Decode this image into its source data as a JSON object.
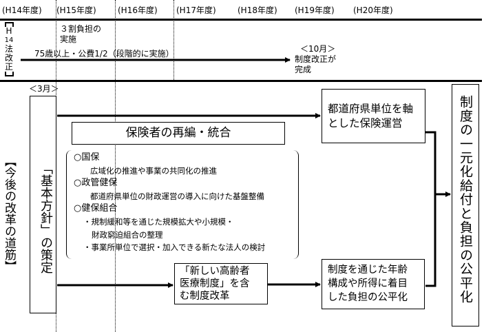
{
  "header": {
    "years": [
      "(H14年度)",
      "(H15年度)",
      "(H16年度)",
      "(H17年度)",
      "(H18年度)",
      "(H19年度)",
      "(H20年度)"
    ]
  },
  "h14_reform": {
    "side_label": "【H14法改正】",
    "side_chars": [
      "H",
      "14",
      "法",
      "改",
      "正"
    ],
    "note_30pct": [
      "３割負担の",
      "実施"
    ],
    "arrow_label": "75歳以上・公費1/2（段階的に実施）",
    "completion_month": "＜10月＞",
    "completion_text": [
      "制度改正が",
      "完成"
    ]
  },
  "future": {
    "side_label": "【今後の改革の道筋】",
    "basic_policy_month": "＜3月＞",
    "basic_policy": "「基本方針」の策定",
    "insurer_reorg_title": "保険者の再編・統合",
    "insurer_items": [
      {
        "type": "head",
        "text": "○国保"
      },
      {
        "type": "sub",
        "text": "広域化の推進や事業の共同化の推進"
      },
      {
        "type": "head",
        "text": "○政管健保"
      },
      {
        "type": "sub",
        "text": "都道府県単位の財政運営の導入に向けた基盤整備"
      },
      {
        "type": "head",
        "text": "○健保組合"
      },
      {
        "type": "bullet",
        "text": "・規制緩和等を通じた規模拡大や小規模・"
      },
      {
        "type": "bullet-cont",
        "text": "財政窮迫組合の整理"
      },
      {
        "type": "bullet",
        "text": "・事業所単位で選択・加入できる新たな法人の検討"
      }
    ],
    "prefecture_box": [
      "都道府県単位を軸",
      "とした保険運営"
    ],
    "elderly_box": [
      "「新しい高齢者",
      "医療制度」を含",
      "む制度改革"
    ],
    "equity_box": [
      "制度を通じた年齢",
      "構成や所得に着目",
      "した負担の公平化"
    ],
    "goal_box": "制度の一元化給付と負担の公平化"
  }
}
